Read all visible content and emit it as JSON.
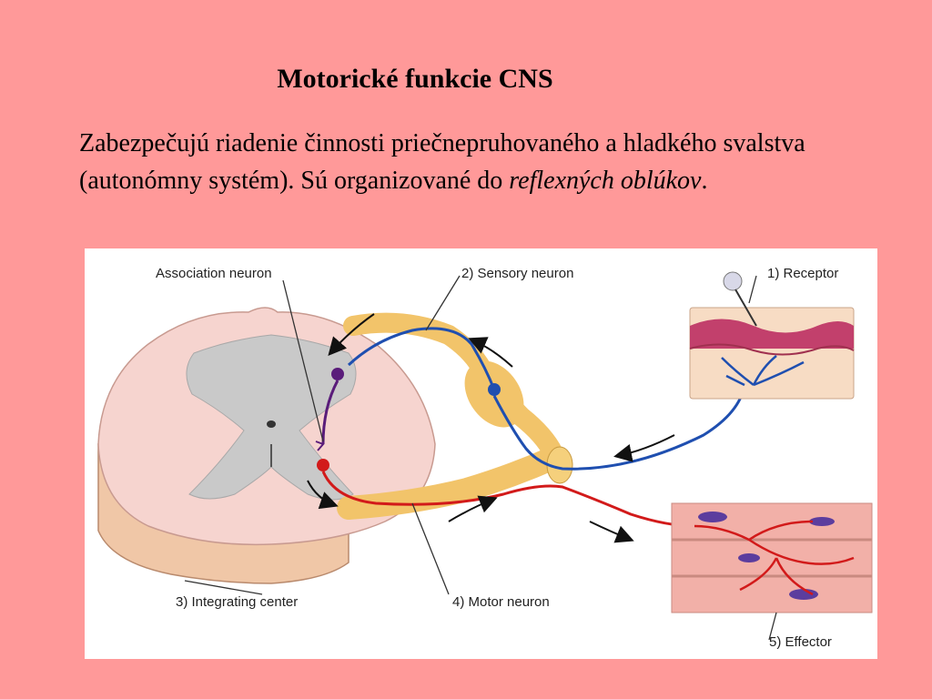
{
  "slide": {
    "title": "Motorické funkcie CNS",
    "paragraph_part1": "Zabezpečujú riadenie činnosti priečnepruhovaného a hladkého svalstva (autonómny systém). Sú organizované do ",
    "paragraph_italic": "reflexných oblúkov",
    "paragraph_end": "."
  },
  "diagram": {
    "labels": {
      "association_neuron": "Association neuron",
      "sensory_neuron": "2) Sensory neuron",
      "receptor": "1) Receptor",
      "integrating_center": "3) Integrating center",
      "motor_neuron": "4) Motor neuron",
      "effector": "5) Effector"
    },
    "colors": {
      "sensory": "#1f4fb0",
      "motor": "#d21a1a",
      "association": "#5a1c7a",
      "nerve": "#f2c46a",
      "gray_matter": "#c9c9c9",
      "white_matter": "#f6d4cf"
    }
  }
}
